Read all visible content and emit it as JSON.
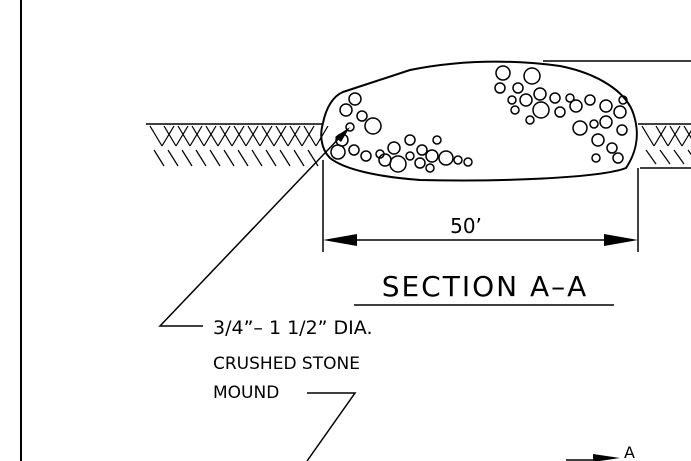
{
  "section_title": "SECTION A–A",
  "dimension": {
    "label": "50’"
  },
  "callout": {
    "line1": "3/4”– 1 1/2” DIA.",
    "line2": "CRUSHED STONE",
    "line3": "MOUND"
  },
  "section_marker": "A",
  "colors": {
    "ink": "#000000",
    "paper": "#ffffff"
  }
}
